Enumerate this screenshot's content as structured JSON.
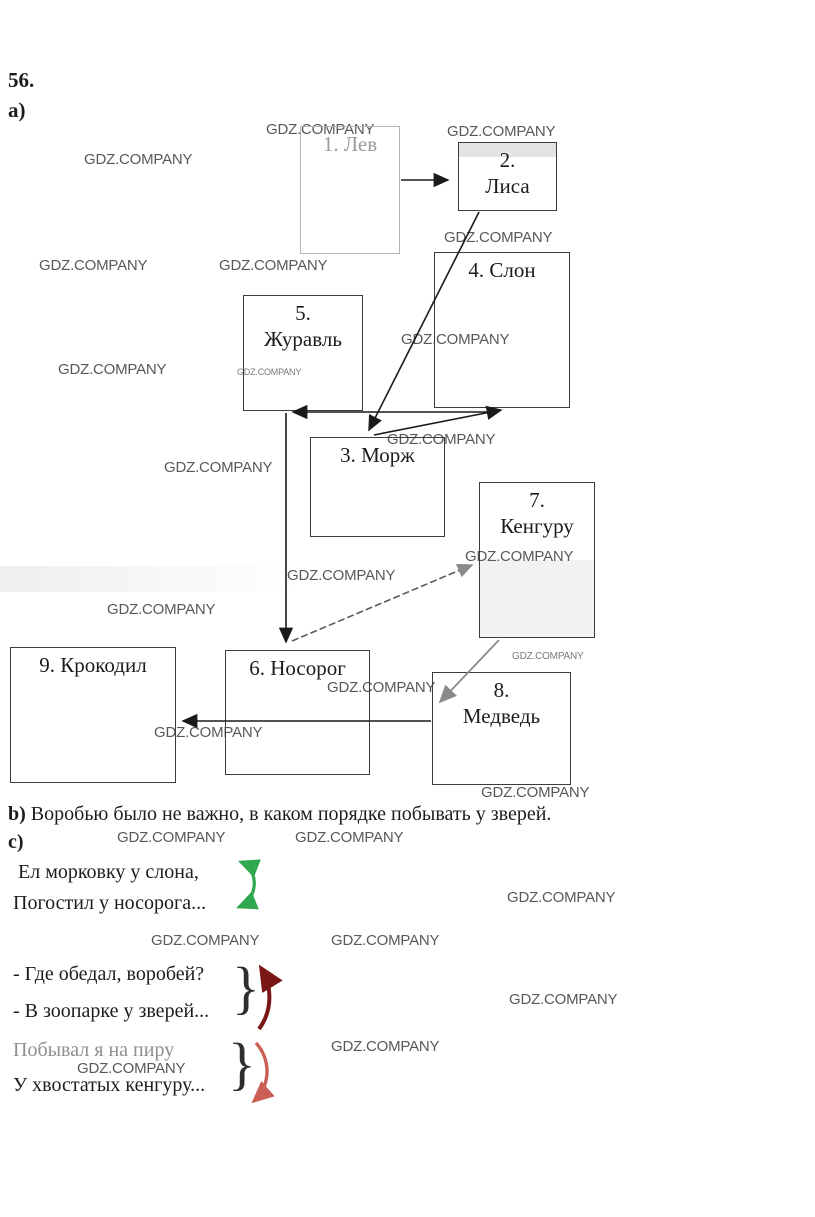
{
  "watermark": {
    "text": "GDZ.COMPANY"
  },
  "header": {
    "exercise_number": "56.",
    "part_a_label": "а)"
  },
  "diagram": {
    "nodes": [
      {
        "id": "1",
        "label": "1. Лев"
      },
      {
        "id": "2",
        "label": "2.\nЛиса"
      },
      {
        "id": "3",
        "label": "3. Морж"
      },
      {
        "id": "4",
        "label": "4. Слон"
      },
      {
        "id": "5",
        "label": "5.\nЖуравль"
      },
      {
        "id": "6",
        "label": "6. Носорог"
      },
      {
        "id": "7",
        "label": "7.\nКенгуру"
      },
      {
        "id": "8",
        "label": "8.\nМедведь"
      },
      {
        "id": "9",
        "label": "9. Крокодил"
      }
    ]
  },
  "part_b": {
    "label": "b)",
    "text": "Воробью было не важно, в каком порядке побывать у зверей."
  },
  "part_c": {
    "label": "с)",
    "brace": "}",
    "couplet1": {
      "line1": "Ел морковку у слона,",
      "line2": "Погостил у носорога..."
    },
    "couplet2": {
      "line1": "- Где обедал, воробей?",
      "line2": "- В зоопарке у зверей..."
    },
    "couplet3": {
      "line1": "Побывал я на пиру",
      "line2": "У хвостатых кенгуру..."
    }
  }
}
